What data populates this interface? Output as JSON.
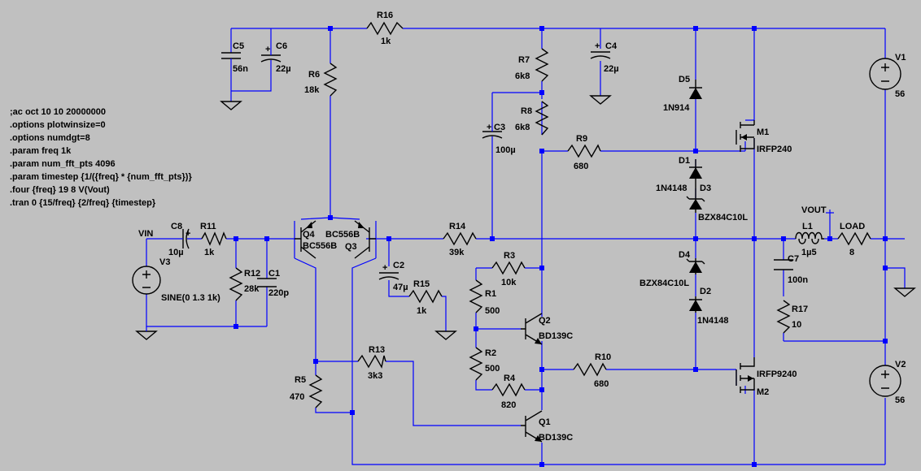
{
  "schematic": {
    "background": "#c0c0c0",
    "wire_color": "#0000ff",
    "component_color": "#000000",
    "directives": [
      ";ac oct 10 10 20000000",
      ".options plotwinsize=0",
      ".options numdgt=8",
      ".param freq 1k",
      ".param num_fft_pts 4096",
      ".param timestep {1/({freq} * {num_fft_pts})}",
      ".four {freq} 19 8 V(Vout)",
      ".tran 0 {15/freq} {2/freq} {timestep}"
    ],
    "nets": {
      "vin": "VIN",
      "vout": "VOUT"
    },
    "components": {
      "r16": {
        "name": "R16",
        "value": "1k"
      },
      "r6": {
        "name": "R6",
        "value": "18k"
      },
      "r7": {
        "name": "R7",
        "value": "6k8"
      },
      "r8": {
        "name": "R8",
        "value": "6k8"
      },
      "r9": {
        "name": "R9",
        "value": "680"
      },
      "r11": {
        "name": "R11",
        "value": "1k"
      },
      "r12": {
        "name": "R12",
        "value": "28k"
      },
      "r14": {
        "name": "R14",
        "value": "39k"
      },
      "r3": {
        "name": "R3",
        "value": "10k"
      },
      "r1": {
        "name": "R1",
        "value": "500"
      },
      "r2": {
        "name": "R2",
        "value": "500"
      },
      "r15": {
        "name": "R15",
        "value": "1k"
      },
      "r13": {
        "name": "R13",
        "value": "3k3"
      },
      "r5": {
        "name": "R5",
        "value": "470"
      },
      "r4": {
        "name": "R4",
        "value": "820"
      },
      "r10": {
        "name": "R10",
        "value": "680"
      },
      "r17": {
        "name": "R17",
        "value": "10"
      },
      "load": {
        "name": "LOAD",
        "value": "8"
      },
      "c5": {
        "name": "C5",
        "value": "56n"
      },
      "c6": {
        "name": "C6",
        "value": "22µ"
      },
      "c4": {
        "name": "C4",
        "value": "22µ"
      },
      "c3": {
        "name": "C3",
        "value": "100µ"
      },
      "c8": {
        "name": "C8",
        "value": "10µ"
      },
      "c1": {
        "name": "C1",
        "value": "220p"
      },
      "c2": {
        "name": "C2",
        "value": "47µ"
      },
      "c7": {
        "name": "C7",
        "value": "100n"
      },
      "l1": {
        "name": "L1",
        "value": "1µ5"
      },
      "d5": {
        "name": "D5",
        "value": "1N914"
      },
      "d1": {
        "name": "D1",
        "value": ""
      },
      "d3": {
        "name": "D3",
        "value": "1N4148"
      },
      "d3z": {
        "name": "",
        "value": "BZX84C10L"
      },
      "d4": {
        "name": "D4",
        "value": "BZX84C10L"
      },
      "d2": {
        "name": "D2",
        "value": "1N4148"
      },
      "m1": {
        "name": "M1",
        "value": "IRFP240"
      },
      "m2": {
        "name": "M2",
        "value": "IRFP9240"
      },
      "q4": {
        "name": "Q4",
        "value": "BC556B"
      },
      "q3": {
        "name": "Q3",
        "value": "BC556B"
      },
      "q2": {
        "name": "Q2",
        "value": "BD139C"
      },
      "q1": {
        "name": "Q1",
        "value": "BD139C"
      },
      "v1": {
        "name": "V1",
        "value": "56"
      },
      "v2": {
        "name": "V2",
        "value": "56"
      },
      "v3": {
        "name": "V3",
        "value": "SINE(0 1.3 1k)"
      }
    }
  }
}
